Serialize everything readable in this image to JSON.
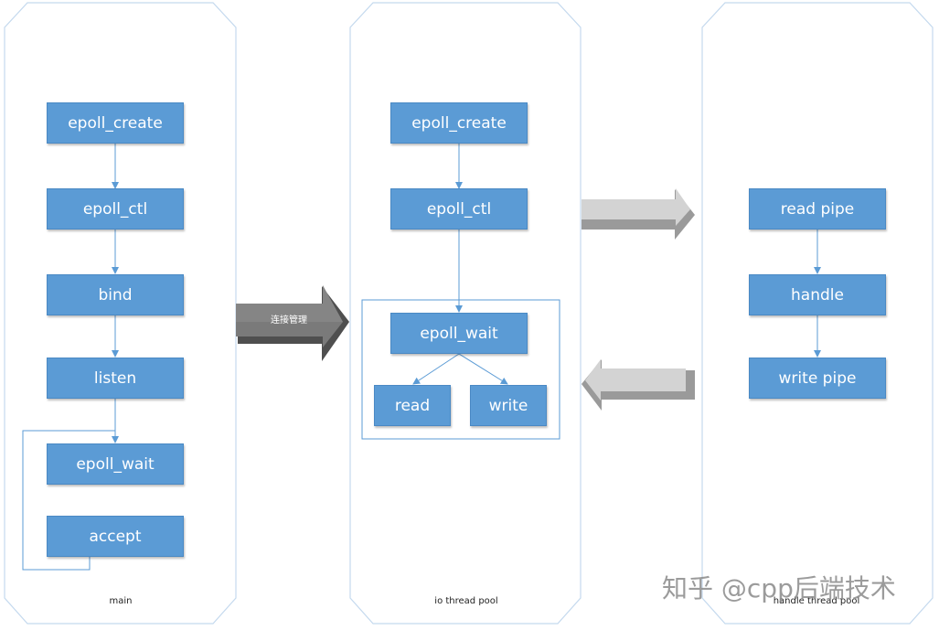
{
  "main": {
    "label": "main",
    "steps": [
      "epoll_create",
      "epoll_ctl",
      "bind",
      "listen",
      "epoll_wait",
      "accept"
    ]
  },
  "io_pool": {
    "label": "io thread pool",
    "steps": [
      "epoll_create",
      "epoll_ctl",
      "epoll_wait",
      "read",
      "write"
    ]
  },
  "handle_pool": {
    "label": "handle thread pool",
    "steps": [
      "read pipe",
      "handle",
      "write pipe"
    ]
  },
  "arrows": {
    "main_to_io": "连接管理"
  },
  "watermark": "知乎 @cpp后端技术",
  "colors": {
    "box_fill": "#5b9bd5",
    "box_border": "#4a89c4",
    "connector": "#5b9bd5",
    "panel_border": "#9ec3e6",
    "arrow_dark": "#6d6d6d",
    "arrow_light": "#c9c9c9"
  }
}
